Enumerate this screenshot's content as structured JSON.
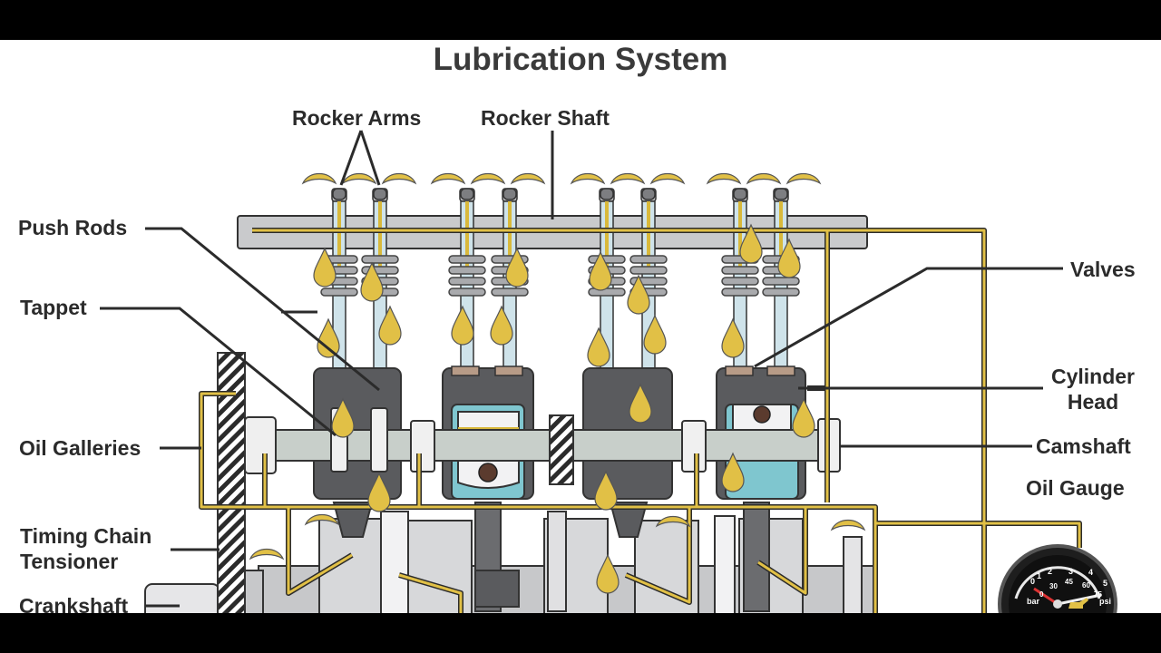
{
  "title": "Lubrication System",
  "labels": {
    "rocker_arms": "Rocker Arms",
    "rocker_shaft": "Rocker Shaft",
    "push_rods": "Push Rods",
    "tappet": "Tappet",
    "oil_galleries": "Oil Galleries",
    "timing_chain_tensioner_1": "Timing Chain",
    "timing_chain_tensioner_2": "Tensioner",
    "crankshaft": "Crankshaft",
    "valves": "Valves",
    "cylinder_head_1": "Cylinder",
    "cylinder_head_2": "Head",
    "camshaft": "Camshaft",
    "oil_gauge": "Oil Gauge"
  },
  "gauge": {
    "ticks": [
      "0",
      "1",
      "2",
      "3",
      "4",
      "5"
    ],
    "psi_ticks": [
      "0",
      "30",
      "45",
      "60",
      "75"
    ],
    "unit_left": "bar",
    "unit_right": "psi"
  },
  "colors": {
    "oil": "#e1c046",
    "oil_line": "#d9b93b",
    "metal_dark": "#5a5b5e",
    "metal_mid": "#8c8d90",
    "metal_light": "#d3d4d6",
    "cylinder_water": "#7fc6cf",
    "outline": "#2b2b2b"
  }
}
